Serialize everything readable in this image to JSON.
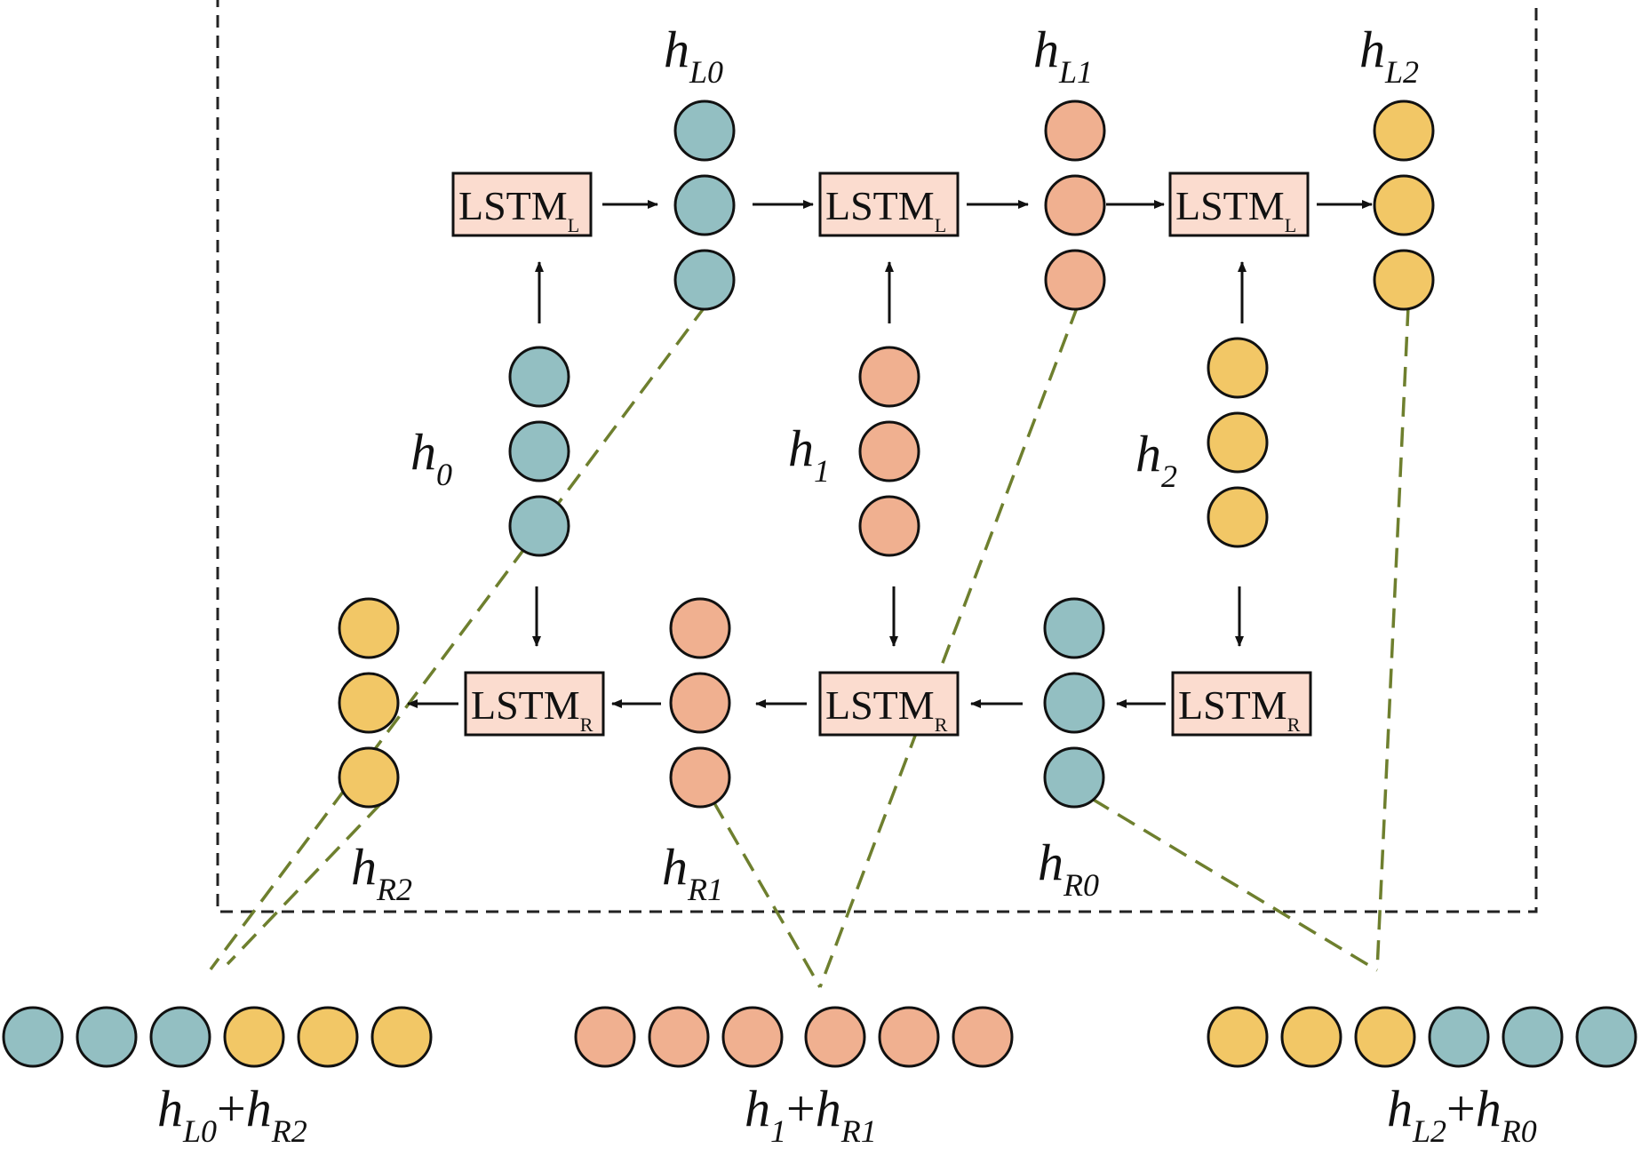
{
  "colors": {
    "teal": "#93BFC2",
    "salmon": "#F0B090",
    "yellow": "#F2C766",
    "box_fill": "#FBDCCF",
    "connector": "#6E7F2E",
    "frame": "#222222",
    "stroke": "#111111"
  },
  "lstm": {
    "main": "LSTM",
    "left_sub": "L",
    "right_sub": "R"
  },
  "labels": {
    "hL0": {
      "base": "h",
      "sub": "L0"
    },
    "hL1": {
      "base": "h",
      "sub": "L1"
    },
    "hL2": {
      "base": "h",
      "sub": "L2"
    },
    "h0": {
      "base": "h",
      "sub": "0"
    },
    "h1": {
      "base": "h",
      "sub": "1"
    },
    "h2": {
      "base": "h",
      "sub": "2"
    },
    "hR2": {
      "base": "h",
      "sub": "R2"
    },
    "hR1": {
      "base": "h",
      "sub": "R1"
    },
    "hR0": {
      "base": "h",
      "sub": "R0"
    }
  },
  "outputs": [
    {
      "a_base": "h",
      "a_sub": "L0",
      "op": "+",
      "b_base": "h",
      "b_sub": "R2",
      "colors": [
        "teal",
        "teal",
        "teal",
        "yellow",
        "yellow",
        "yellow"
      ]
    },
    {
      "a_base": "h",
      "a_sub": "1",
      "op": "+",
      "b_base": "h",
      "b_sub": "R1",
      "colors": [
        "salmon",
        "salmon",
        "salmon",
        "salmon",
        "salmon",
        "salmon"
      ]
    },
    {
      "a_base": "h",
      "a_sub": "L2",
      "op": "+",
      "b_base": "h",
      "b_sub": "R0",
      "colors": [
        "yellow",
        "yellow",
        "yellow",
        "teal",
        "teal",
        "teal"
      ]
    }
  ]
}
